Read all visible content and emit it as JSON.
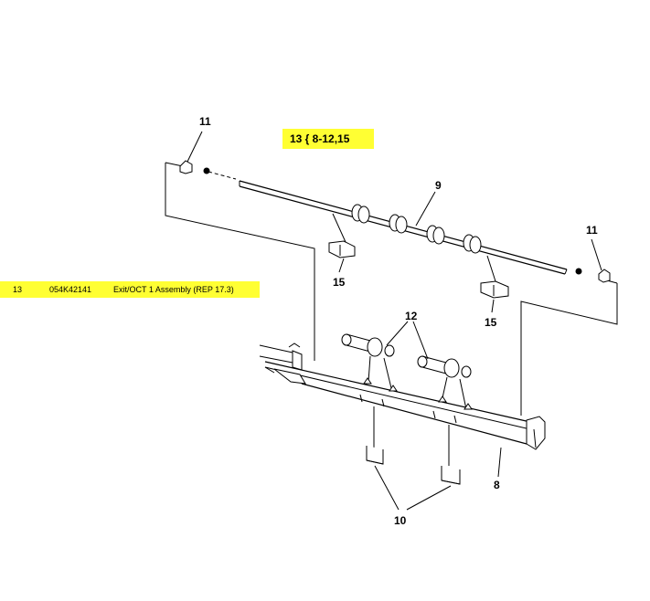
{
  "kit_label": "13 { 8-12,15",
  "part_row": {
    "item": "13",
    "part_number": "054K42141",
    "description": "Exit/OCT 1 Assembly (REP 17.3)"
  },
  "callouts": {
    "c11_left": "11",
    "c9": "9",
    "c11_right": "11",
    "c15_left": "15",
    "c15_right": "15",
    "c12": "12",
    "c8": "8",
    "c10": "10"
  },
  "colors": {
    "highlight": "#ffff33",
    "line": "#000000"
  }
}
